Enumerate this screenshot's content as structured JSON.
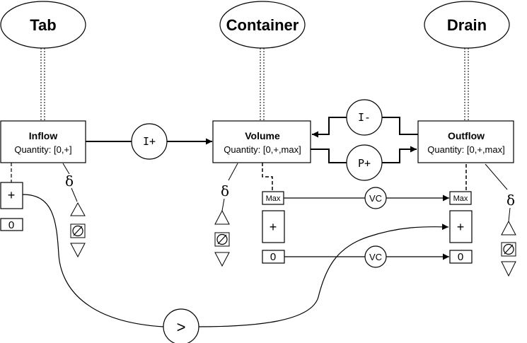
{
  "entities": {
    "tab": "Tab",
    "container": "Container",
    "drain": "Drain"
  },
  "quantities": {
    "inflow": {
      "name": "Inflow",
      "space": "Quantity: [0,+]"
    },
    "volume": {
      "name": "Volume",
      "space": "Quantity: [0,+,max]"
    },
    "outflow": {
      "name": "Outflow",
      "space": "Quantity: [0,+,max]"
    }
  },
  "relations": {
    "i_plus": "I+",
    "i_minus": "I-",
    "p_plus": "P+",
    "vc": "VC",
    "greater": ">"
  },
  "values": {
    "plus": "+",
    "zero": "0",
    "max": "Max"
  },
  "derivative": {
    "delta": "δ",
    "steady": "∅"
  }
}
